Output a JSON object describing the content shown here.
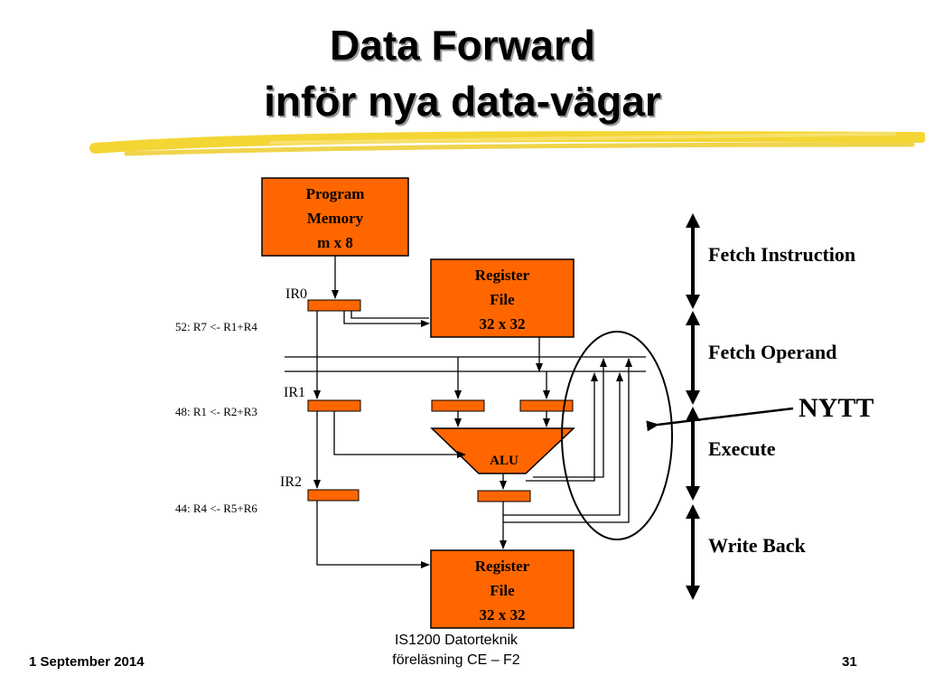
{
  "slide": {
    "title_line1": "Data Forward",
    "title_line2": "inför nya data-vägar"
  },
  "diagram": {
    "program_memory": [
      "Program",
      "Memory",
      "m x 8"
    ],
    "register_file_top": [
      "Register",
      "File",
      "32 x 32"
    ],
    "register_file_bottom": [
      "Register",
      "File",
      "32 x 32"
    ],
    "alu": "ALU",
    "pipeline_registers": [
      "IR0",
      "IR1",
      "IR2"
    ],
    "instructions": [
      "52:  R7 <- R1+R4",
      "48:  R1 <- R2+R3",
      "44:  R4 <- R5+R6"
    ],
    "stages": [
      "Fetch Instruction",
      "Fetch Operand",
      "Execute",
      "Write Back"
    ],
    "annotation": "NYTT",
    "colors": {
      "box_fill": "#ff6600",
      "line": "#000000",
      "highlight": "#f2d21e"
    }
  },
  "footer": {
    "date": "1 September 2014",
    "course_line1": "IS1200 Datorteknik",
    "course_line2": "föreläsning CE – F2",
    "page": "31"
  }
}
